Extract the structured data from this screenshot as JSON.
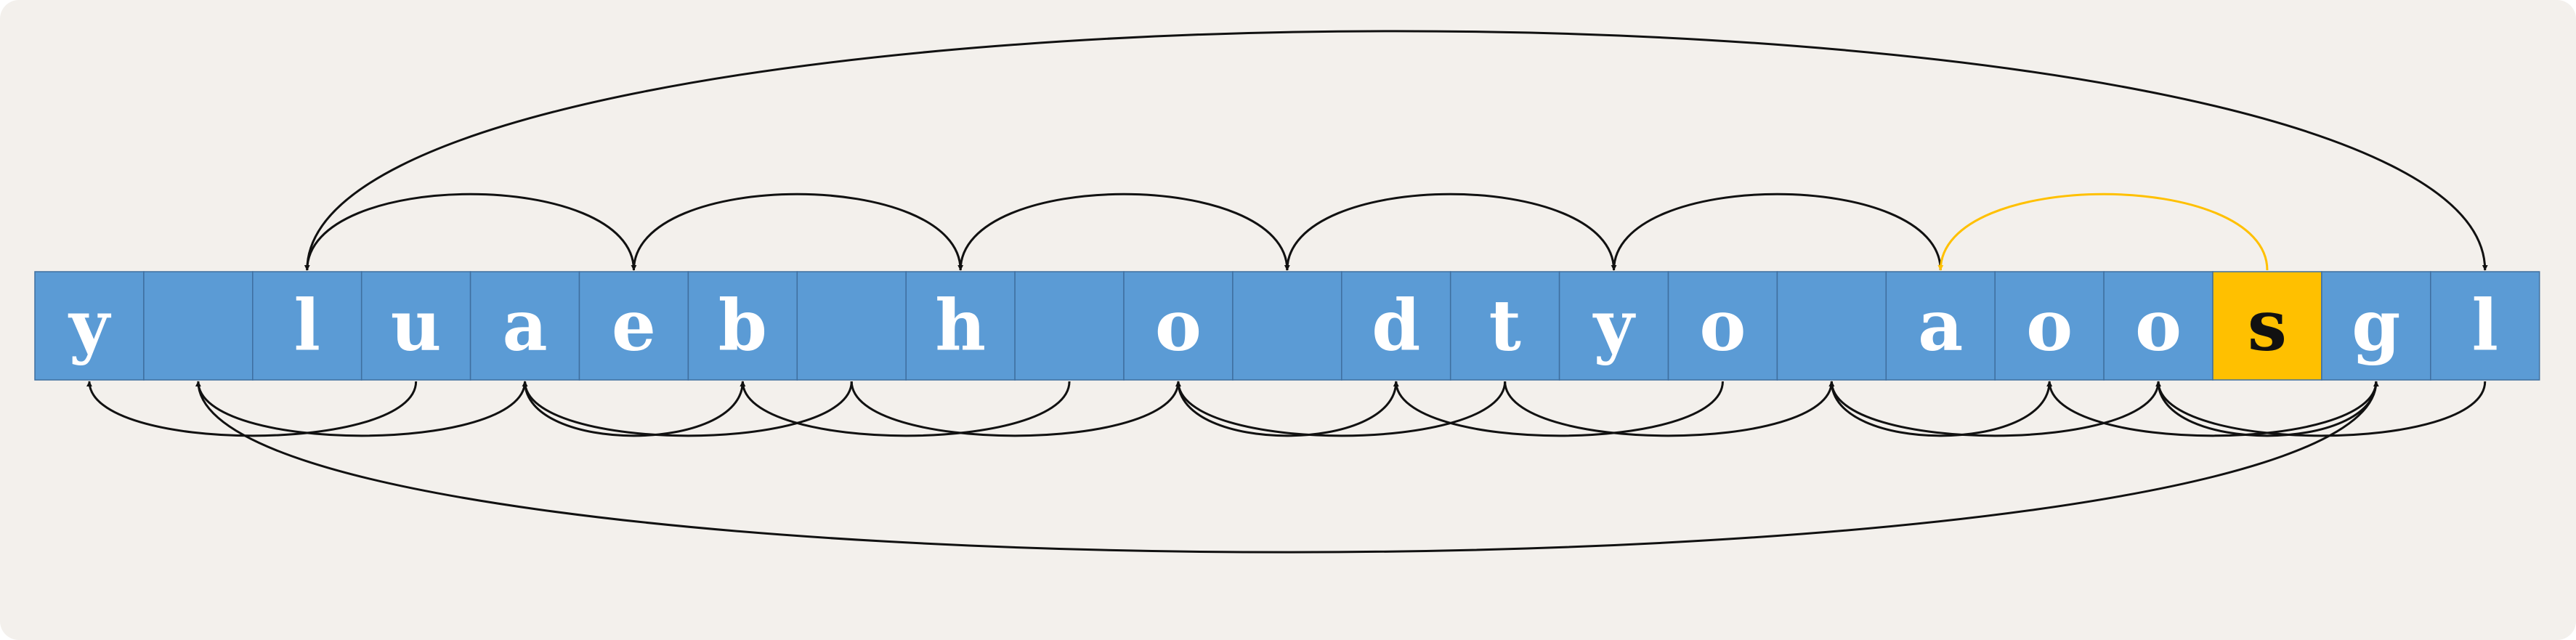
{
  "cells": [
    "y",
    "",
    "l",
    "u",
    "a",
    "e",
    "b",
    "",
    "h",
    "",
    "o",
    "",
    "d",
    "t",
    "y",
    "o",
    "",
    "a",
    "o",
    "o",
    "s",
    "g",
    "l"
  ],
  "highlight_index": 20,
  "colors": {
    "background": "#f3f0ec",
    "cell_fill": "#5b9bd5",
    "cell_border": "#3f6f9f",
    "cell_text": "#ffffff",
    "highlight_fill": "#ffc000",
    "highlight_text": "#111111",
    "arc": "#111111",
    "highlight_arc": "#ffc000"
  },
  "arcs_top": [
    {
      "from": 5,
      "to": 2
    },
    {
      "from": 8,
      "to": 5
    },
    {
      "from": 11,
      "to": 8
    },
    {
      "from": 14,
      "to": 11
    },
    {
      "from": 17,
      "to": 14
    },
    {
      "from": 20,
      "to": 17,
      "highlight": true
    },
    {
      "from": 2,
      "to": 22
    }
  ],
  "arcs_bottom": [
    {
      "from": 3,
      "to": 0
    },
    {
      "from": 1,
      "to": 4
    },
    {
      "from": 4,
      "to": 6
    },
    {
      "from": 7,
      "to": 4
    },
    {
      "from": 9,
      "to": 6
    },
    {
      "from": 7,
      "to": 10
    },
    {
      "from": 10,
      "to": 12
    },
    {
      "from": 13,
      "to": 10
    },
    {
      "from": 15,
      "to": 12
    },
    {
      "from": 13,
      "to": 16
    },
    {
      "from": 16,
      "to": 18
    },
    {
      "from": 19,
      "to": 16
    },
    {
      "from": 21,
      "to": 18
    },
    {
      "from": 19,
      "to": 21
    },
    {
      "from": 22,
      "to": 19
    },
    {
      "from": 21,
      "to": 1
    }
  ]
}
